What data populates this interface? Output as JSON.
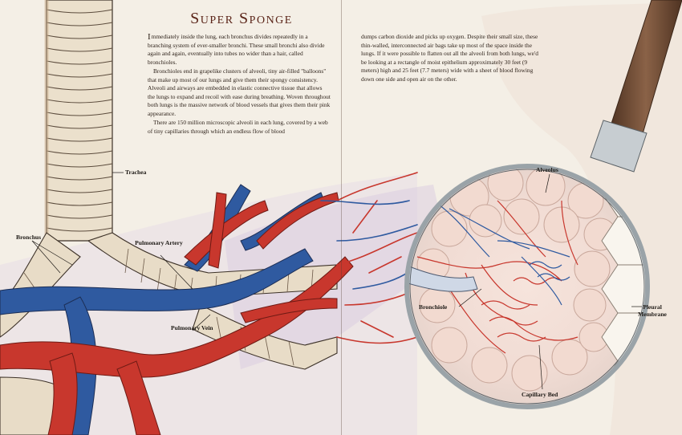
{
  "title": "Super Sponge",
  "body": {
    "dropcap": "I",
    "col1": {
      "p1": "mmediately inside the lung, each bronchus divides repeatedly in a branching system of ever-smaller bronchi. These small bronchi also divide again and again, eventually into tubes no wider than a hair, called bronchioles.",
      "p2": "Bronchioles end in grapelike clusters of alveoli, tiny air-filled \"balloons\" that make up most of our lungs and give them their spongy consistency. Alveoli and airways are embedded in elastic connective tissue that allows the lungs to expand and recoil with ease during breathing. Woven throughout both lungs is the massive network of blood vessels that gives them their pink appearance.",
      "p3": "There are 150 million microscopic alveoli in each lung, covered by a web of tiny capillaries through which an endless flow of blood"
    },
    "col2": {
      "p1": "dumps carbon dioxide and picks up oxygen. Despite their small size, these thin-walled, interconnected air bags take up most of the space inside the lungs. If it were possible to flatten out all the alveoli from both lungs, we'd be looking at a rectangle of moist epithelium approximately 30 feet (9 meters) high and 25 feet (7.7 meters) wide with a sheet of blood flowing down one side and open air on the other."
    }
  },
  "labels": {
    "trachea": "Trachea",
    "bronchus": "Bronchus",
    "pulmonary_artery": "Pulmonary Artery",
    "pulmonary_vein": "Pulmonary Vein",
    "alveolus": "Alveolus",
    "bronchiole": "Bronchiole",
    "pleural_membrane": "Pleural Membrane",
    "capillary_bed": "Capillary Bed"
  },
  "colors": {
    "paper": "#f4efe6",
    "artery_red": "#c8372d",
    "vein_blue": "#2f5aa0",
    "cartilage": "#e9ddc8",
    "lens_rim": "#9aa3a8",
    "handle": "#6b4a35",
    "title": "#5a2418"
  }
}
